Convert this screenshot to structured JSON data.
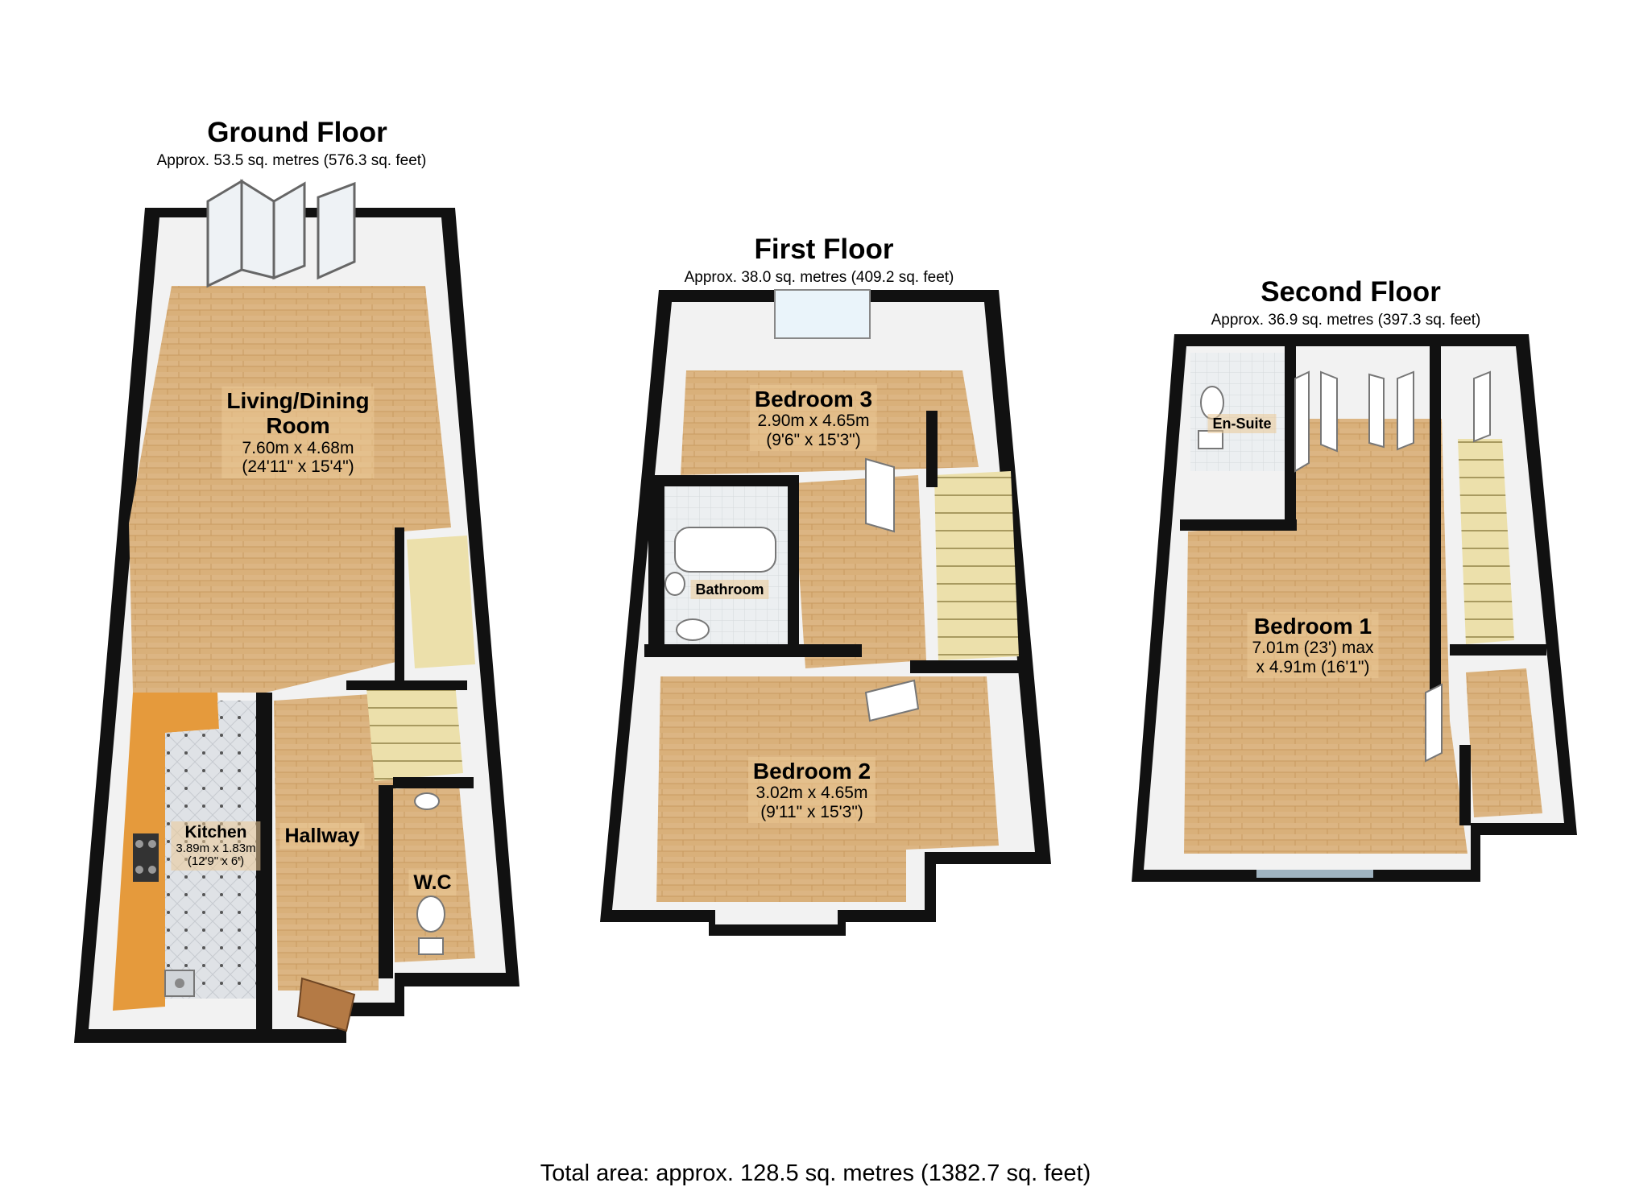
{
  "floors": {
    "ground": {
      "title": "Ground Floor",
      "area": "Approx. 53.5 sq. metres (576.3 sq. feet)",
      "rooms": {
        "living": {
          "name": "Living/Dining Room",
          "line1": "Living/Dining",
          "line2": "Room",
          "dim_m": "7.60m x 4.68m",
          "dim_ft": "(24'11\" x 15'4\")"
        },
        "kitchen": {
          "name": "Kitchen",
          "dim_m": "3.89m x 1.83m",
          "dim_ft": "(12'9\" x 6')"
        },
        "hallway": {
          "name": "Hallway"
        },
        "wc": {
          "name": "W.C"
        }
      }
    },
    "first": {
      "title": "First Floor",
      "area": "Approx. 38.0 sq. metres (409.2 sq. feet)",
      "rooms": {
        "bedroom3": {
          "name": "Bedroom 3",
          "dim_m": "2.90m x 4.65m",
          "dim_ft": "(9'6\" x 15'3\")"
        },
        "bathroom": {
          "name": "Bathroom"
        },
        "bedroom2": {
          "name": "Bedroom 2",
          "dim_m": "3.02m x 4.65m",
          "dim_ft": "(9'11\" x 15'3\")"
        }
      }
    },
    "second": {
      "title": "Second Floor",
      "area": "Approx. 36.9 sq. metres (397.3 sq. feet)",
      "rooms": {
        "ensuite": {
          "name": "En-Suite"
        },
        "bedroom1": {
          "name": "Bedroom 1",
          "dim_m": "7.01m (23') max",
          "dim_ft": "x 4.91m (16'1\")"
        }
      }
    }
  },
  "total_area": "Total area: approx. 128.5 sq. metres (1382.7 sq. feet)",
  "colors": {
    "wall": "#111111",
    "floor_wood": "#d9b07a",
    "wall_inner": "#f2f2f2",
    "kitchen_tile": "#d9dde2",
    "worktop": "#e59a3c",
    "stairs": "#e8d9a0"
  }
}
